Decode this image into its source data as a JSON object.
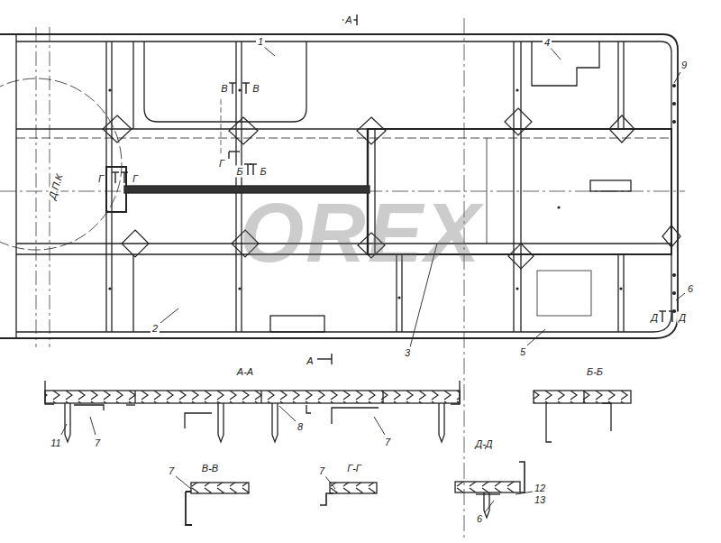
{
  "diagram": {
    "labels": [
      "А",
      "1",
      "4",
      "9",
      "В",
      "В",
      "Г",
      "Б",
      "Б",
      "Г",
      "Г",
      "Д.П.К",
      "2",
      "3",
      "5",
      "6",
      "Д",
      "Д",
      "А",
      "OREX",
      "А-А",
      "11",
      "7",
      "8",
      "7",
      "Б-Б",
      "В-В",
      "7",
      "Г-Г",
      "7",
      "Д-Д",
      "6",
      "12",
      "13"
    ]
  }
}
